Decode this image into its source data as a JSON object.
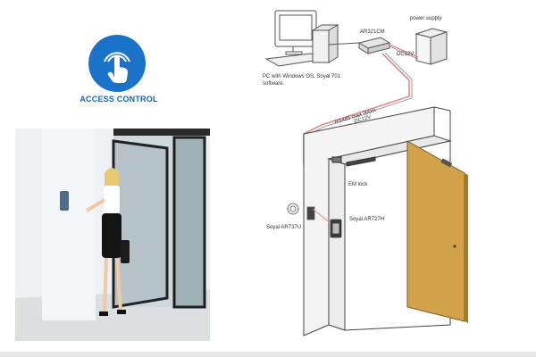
{
  "logo": {
    "icon": "hand-tap-icon",
    "label": "ACCESS CONTROL",
    "color": "#1a73c8"
  },
  "photo": {
    "description_icon": "woman-at-door-photo"
  },
  "diagram": {
    "labels": {
      "pc": "PC with Windows OS, Soyal 701 software.",
      "converter": "AR321CM",
      "power_supply": "power supply",
      "dc12v_top": "DC12V",
      "rs485": "RS485 max 200m",
      "dc12v_cable": "DC12V",
      "em_lock": "EM lock",
      "exit_button": "Soyal AR737U",
      "reader": "Soyal AR727H"
    },
    "colors": {
      "door": "#d2a24a",
      "cable": "#e48a8a",
      "wall": "#f4f4f4",
      "line": "#555555"
    }
  }
}
